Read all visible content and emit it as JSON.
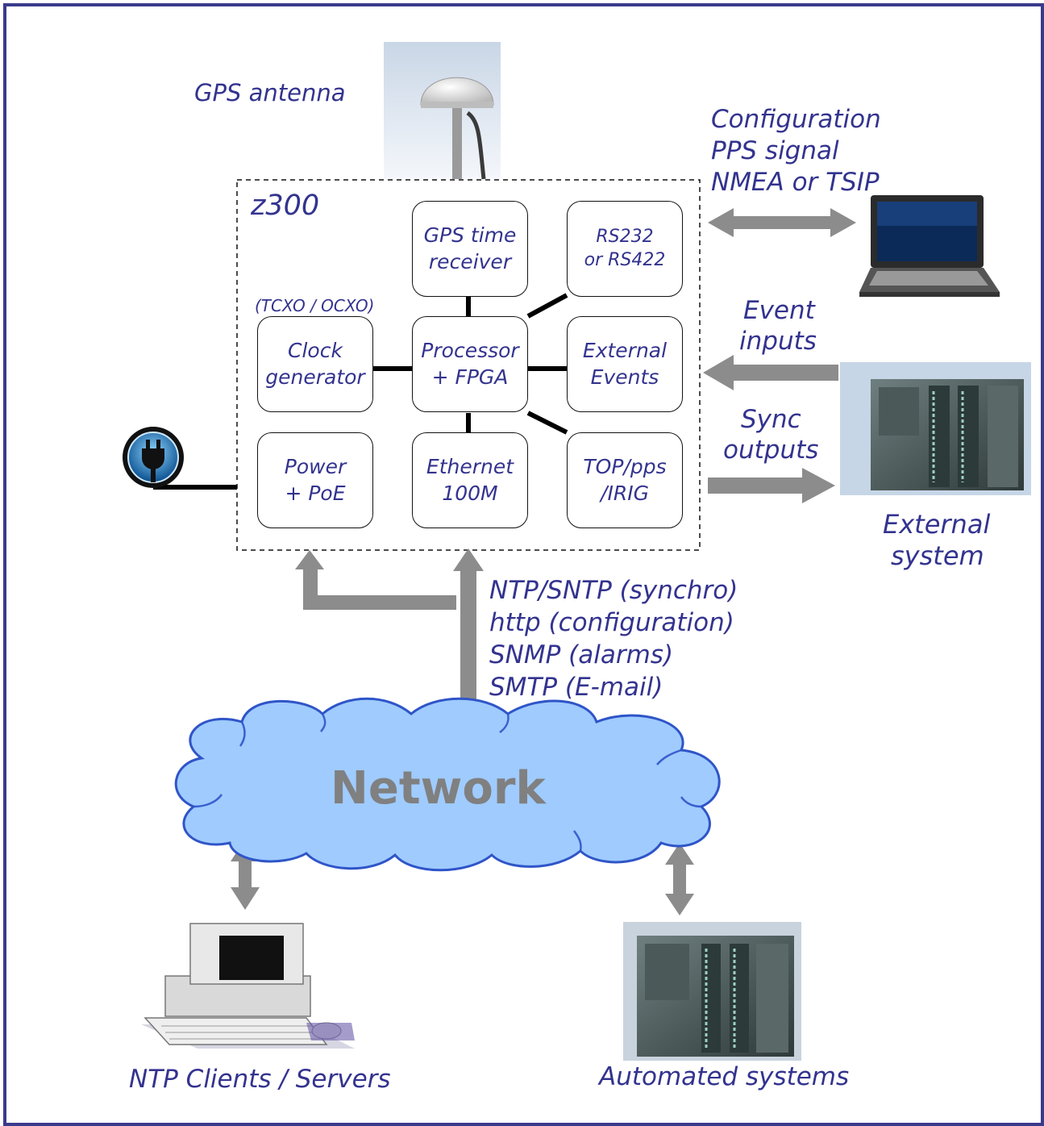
{
  "title": "",
  "labels": {
    "gps_antenna": "GPS antenna",
    "serial_info": [
      "Configuration",
      "PPS signal",
      "NMEA or TSIP"
    ],
    "event_inputs": [
      "Event",
      "inputs"
    ],
    "sync_outputs": [
      "Sync",
      "outputs"
    ],
    "external_system": [
      "External",
      "system"
    ],
    "network_protocols": [
      "NTP/SNTP (synchro)",
      "http (configuration)",
      "SNMP (alarms)",
      "SMTP (E-mail)"
    ],
    "ntp_clients": "NTP Clients / Servers",
    "automated_systems": "Automated systems",
    "oscillator_note": "(TCXO / OCXO)"
  },
  "device": {
    "name": "z300",
    "blocks": {
      "gps_receiver": "GPS time\nreceiver",
      "rs232": "RS232\nor RS422",
      "clock_generator": "Clock\ngenerator",
      "processor": "Processor\n+ FPGA",
      "external_events": "External\nEvents",
      "power": "Power\n+ PoE",
      "ethernet": "Ethernet\n100M",
      "top_pps": "TOP/pps\n/IRIG"
    }
  },
  "network_label": "Network",
  "colors": {
    "frame": "#3a3a8c",
    "text": "#33338f",
    "arrow": "#8c8c8c",
    "cloud": "#9fcbff",
    "cloud_stroke": "#2f55c8"
  },
  "icons": [
    "gps-antenna-icon",
    "laptop-icon",
    "plc-icon",
    "power-plug-icon",
    "desktop-computer-icon"
  ]
}
